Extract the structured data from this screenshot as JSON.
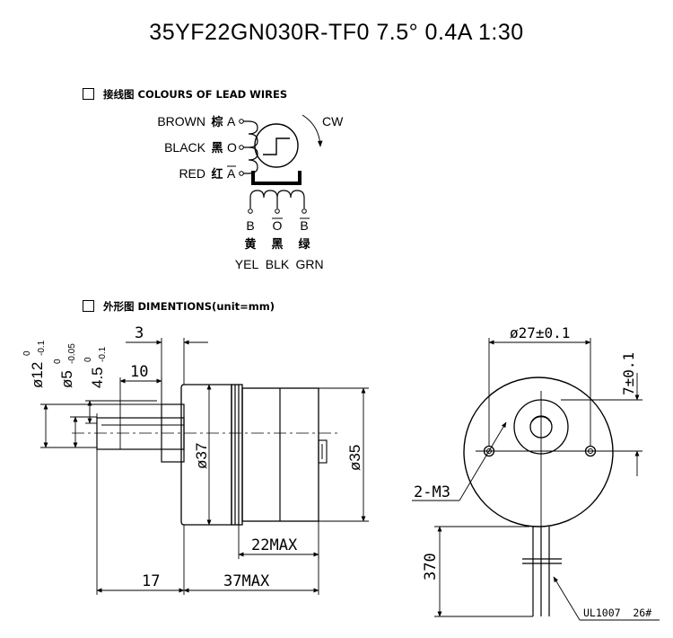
{
  "title": "35YF22GN030R-TF0  7.5°  0.4A  1:30",
  "wiring": {
    "section_title": "接线图 COLOURS OF LEAD WIRES",
    "rotation": "CW",
    "left_leads": [
      {
        "color": "BROWN",
        "cn": "棕",
        "sym": "A"
      },
      {
        "color": "BLACK",
        "cn": "黑",
        "sym": "O"
      },
      {
        "color": "RED",
        "cn": "红",
        "sym": "A"
      }
    ],
    "bottom_leads": [
      {
        "sym": "B",
        "cn": "黄",
        "color": "YEL"
      },
      {
        "sym": "O",
        "cn": "黑",
        "color": "BLK"
      },
      {
        "sym": "B",
        "cn": "绿",
        "color": "GRN"
      }
    ]
  },
  "dims": {
    "section_title": "外形图 DIMENTIONS(unit=mm)",
    "d12": "ø12",
    "d12_sup": "0",
    "d12_sub": "-0.1",
    "d5": "ø5",
    "d5_sup": "0",
    "d5_sub": "-0.05",
    "d45": "4.5",
    "d45_sup": "0",
    "d45_sub": "-0.1",
    "l3": "3",
    "l10": "10",
    "d37": "ø37",
    "d35": "ø35",
    "l22": "22MAX",
    "l17": "17",
    "l37": "37MAX",
    "d27": "ø27±0.1",
    "l7": "7±0.1",
    "m3": "2-M3",
    "l370": "370",
    "wire": "UL1007  26#"
  }
}
